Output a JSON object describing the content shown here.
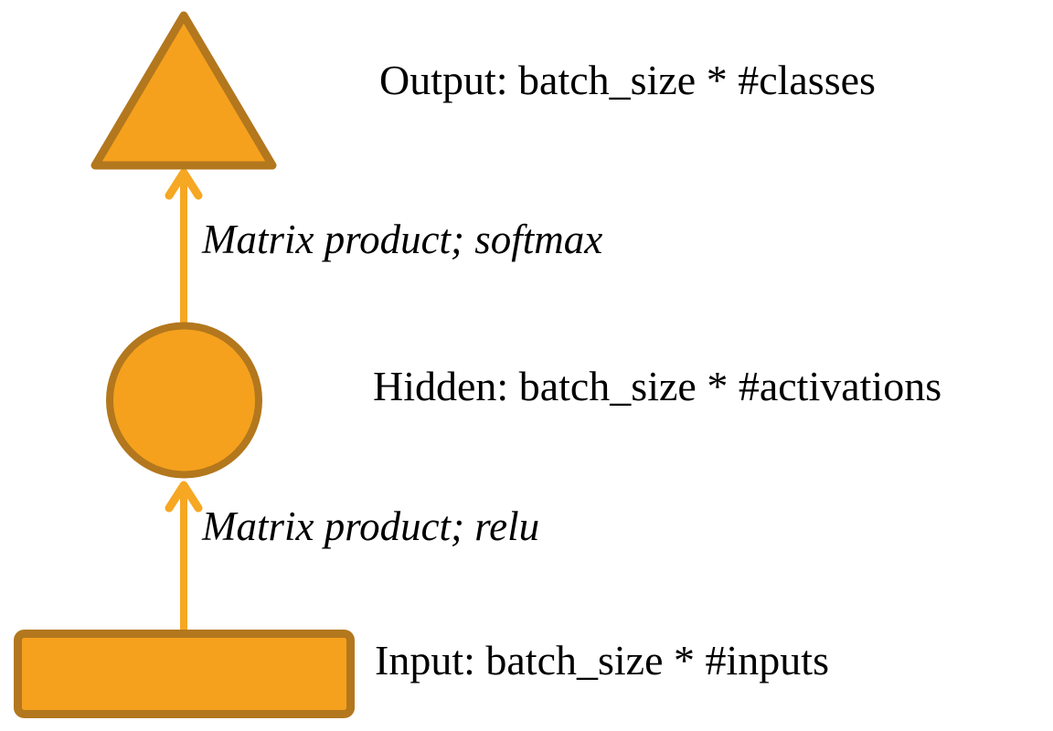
{
  "diagram": {
    "colors": {
      "shape_fill": "#F5A11E",
      "shape_stroke": "#B3771D",
      "arrow": "#F6A723",
      "text": "#000000",
      "background": "#FFFFFF"
    },
    "nodes": [
      {
        "id": "output",
        "shape": "triangle",
        "label": "Output: batch_size * #classes"
      },
      {
        "id": "hidden",
        "shape": "circle",
        "label": "Hidden: batch_size * #activations"
      },
      {
        "id": "input",
        "shape": "rectangle",
        "label": "Input: batch_size * #inputs"
      }
    ],
    "edges": [
      {
        "from": "hidden",
        "to": "output",
        "label": "Matrix product; softmax"
      },
      {
        "from": "input",
        "to": "hidden",
        "label": "Matrix product; relu"
      }
    ]
  }
}
